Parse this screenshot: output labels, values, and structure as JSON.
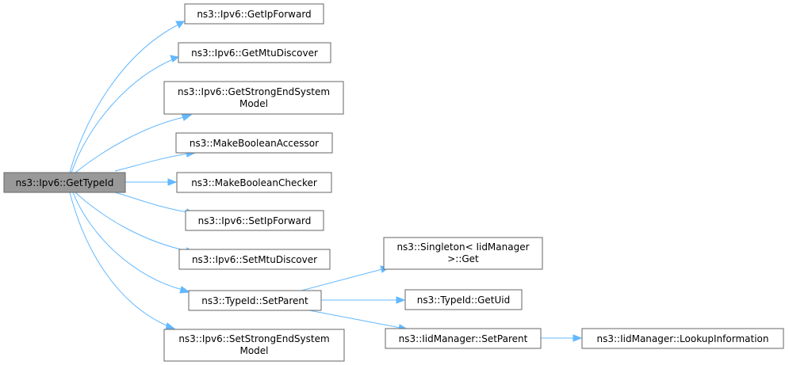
{
  "graph": {
    "nodes": [
      {
        "id": "root",
        "lines": [
          "ns3::Ipv6::GetTypeId"
        ],
        "root": true
      },
      {
        "id": "getipforward",
        "lines": [
          "ns3::Ipv6::GetIpForward"
        ]
      },
      {
        "id": "getmtudiscover",
        "lines": [
          "ns3::Ipv6::GetMtuDiscover"
        ]
      },
      {
        "id": "getstrongend",
        "lines": [
          "ns3::Ipv6::GetStrongEndSystem",
          "Model"
        ]
      },
      {
        "id": "makeboolaccessor",
        "lines": [
          "ns3::MakeBooleanAccessor"
        ]
      },
      {
        "id": "makeboolchecker",
        "lines": [
          "ns3::MakeBooleanChecker"
        ]
      },
      {
        "id": "setipforward",
        "lines": [
          "ns3::Ipv6::SetIpForward"
        ]
      },
      {
        "id": "setmtudiscover",
        "lines": [
          "ns3::Ipv6::SetMtuDiscover"
        ]
      },
      {
        "id": "typeidsetparent",
        "lines": [
          "ns3::TypeId::SetParent"
        ]
      },
      {
        "id": "setstrongend",
        "lines": [
          "ns3::Ipv6::SetStrongEndSystem",
          "Model"
        ]
      },
      {
        "id": "singletonget",
        "lines": [
          "ns3::Singleton< IidManager",
          ">::Get"
        ]
      },
      {
        "id": "typeidgetuid",
        "lines": [
          "ns3::TypeId::GetUid"
        ]
      },
      {
        "id": "iidsetparent",
        "lines": [
          "ns3::IidManager::SetParent"
        ]
      },
      {
        "id": "lookupinfo",
        "lines": [
          "ns3::IidManager::LookupInformation"
        ]
      }
    ]
  }
}
